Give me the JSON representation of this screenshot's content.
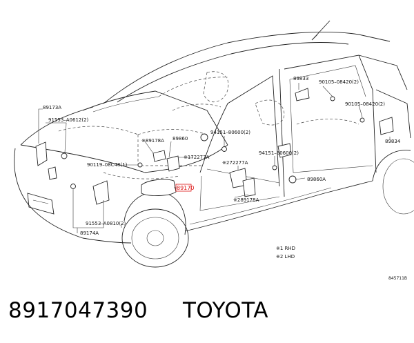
{
  "labels": {
    "p89173A": "89173A",
    "p91553_a0612": "91553–A0612(2)",
    "p90119": "90119–08C48(1)",
    "p91553_a0810": "91553–A0810(2)",
    "p89174A": "89174A",
    "p89178A_top": "※89178A",
    "p89860": "89860",
    "p89170": "89170",
    "p72277A_1": "※172277A",
    "p72277A_2": "※272277A",
    "p89178A_bot": "※289178A",
    "p94151_top": "94151–80600(2)",
    "p94151_mid": "94151–80600(2)",
    "p89833": "89833",
    "p90105_top": "90105–08420(2)",
    "p90105_mid": "90105–08420(2)",
    "p89834": "89834",
    "p89860A": "89860A"
  },
  "legend": {
    "rhd": "※1  RHD",
    "lhd": "※2  LHD"
  },
  "figure_id": "845711B",
  "caption": {
    "part_number": "8917047390",
    "brand": "TOYOTA"
  },
  "colors": {
    "highlight": "#dd1111",
    "line": "#222222"
  }
}
